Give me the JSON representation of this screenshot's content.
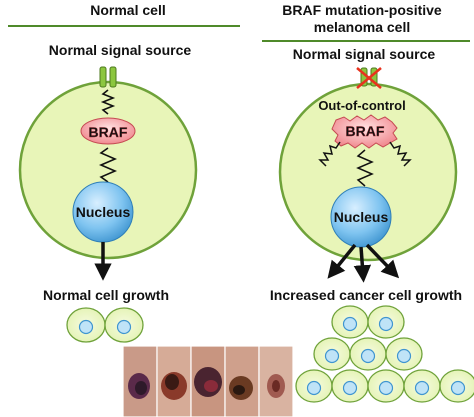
{
  "left_panel": {
    "title": "Normal cell",
    "signal_source": "Normal signal source",
    "braf_label": "BRAF",
    "nucleus_label": "Nucleus",
    "growth_label": "Normal cell growth"
  },
  "right_panel": {
    "title_line1": "BRAF mutation-positive",
    "title_line2": "melanoma cell",
    "signal_source": "Normal signal source",
    "out_of_control_label": "Out-of-control",
    "braf_label": "BRAF",
    "nucleus_label": "Nucleus",
    "growth_label": "Increased cancer cell growth"
  },
  "photo_strip": {
    "panel_count": 5
  },
  "colors": {
    "cell_fill": "#e8f5b8",
    "cell_stroke": "#6fa23a",
    "nucleus_fill": "#7fc4f0",
    "braf_fill": "#f0898f",
    "receptor_fill": "#8cc63f",
    "blocked_x": "#e8321e"
  }
}
